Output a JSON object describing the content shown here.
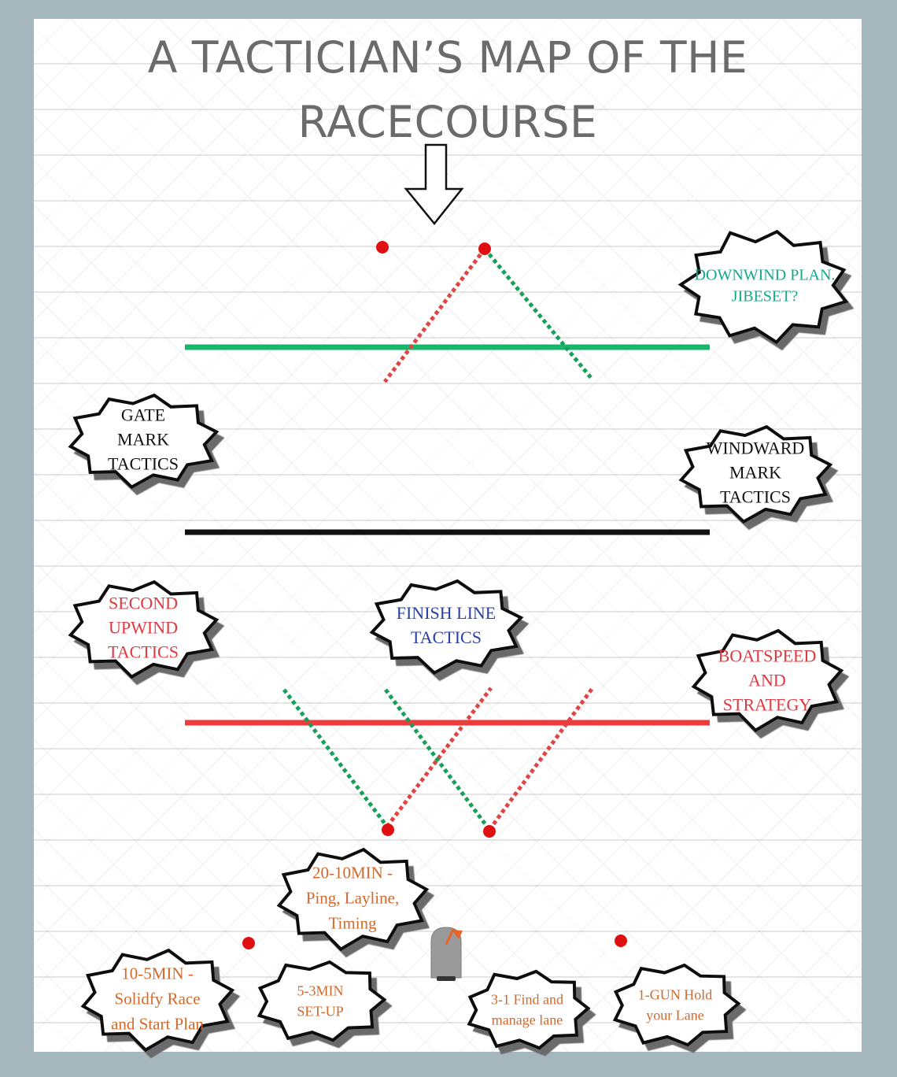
{
  "title": {
    "line1": "A TACTICIAN’S MAP OF THE",
    "line2": "RACECOURSE"
  },
  "colors": {
    "background": "#a6b6bd",
    "green": "#17b56a",
    "red": "#ee3a3a",
    "black": "#111111",
    "teal_text": "#12a88a",
    "blue_text": "#2a3fa8",
    "red_text": "#e0383f",
    "orange_text": "#d2692c",
    "mark": "#e01010",
    "title_gray": "#6b6b6b"
  },
  "callouts": {
    "downwind": [
      "DOWNWIND PLAN.",
      "JIBESET?"
    ],
    "gate": [
      "GATE",
      "MARK",
      "TACTICS"
    ],
    "windward": [
      "WINDWARD",
      "MARK",
      "TACTICS"
    ],
    "second_upwind": [
      "SECOND",
      "UPWIND",
      "TACTICS"
    ],
    "finish": [
      "FINISH LINE",
      "TACTICS"
    ],
    "boatspeed": [
      "BOATSPEED",
      "AND",
      "STRATEGY"
    ],
    "t20_10": [
      "20-10MIN -",
      "Ping, Layline,",
      "Timing"
    ],
    "t10_5": [
      "10-5MIN -",
      "Solidfy Race",
      "and Start Plan"
    ],
    "t5_3": [
      "5-3MIN",
      "SET-UP"
    ],
    "t3_1": [
      "3-1 Find and",
      "manage lane"
    ],
    "t1_gun": [
      "1-GUN Hold",
      "your Lane"
    ]
  },
  "icons": {
    "wind_arrow": "down-arrow-icon",
    "committee_boat": "committee-boat-icon",
    "marks": "mark-buoy-icon"
  }
}
